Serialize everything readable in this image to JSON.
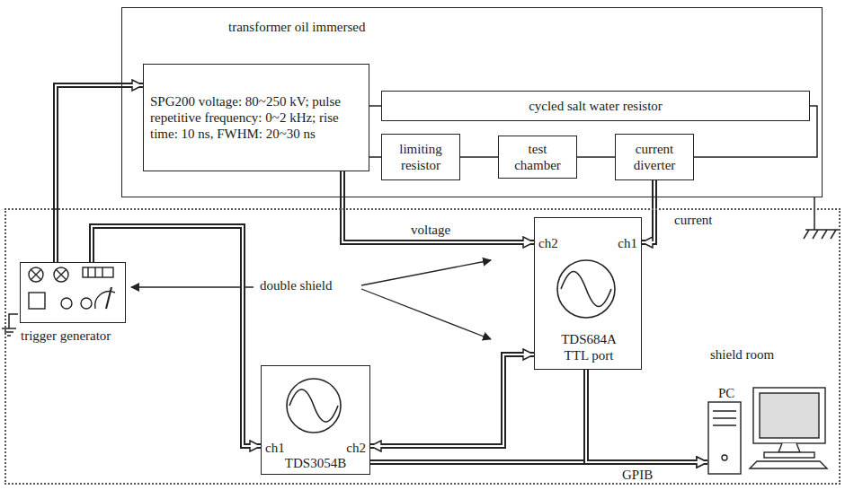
{
  "diagram": {
    "nodes": [
      {
        "text": [
          "transformer oil immersed"
        ]
      },
      {
        "text": [
          "SPG200 voltage: 80~250 kV; pulse repetitive frequency: 0~2 kHz; rise time: 10 ns, FWHM: 20~30 ns"
        ],
        "in": 0
      },
      {
        "text": [
          "cycled salt water resistor"
        ],
        "in": 0
      },
      {
        "text": [
          "limiting resistor"
        ],
        "in": 0
      },
      {
        "text": [
          "test chamber"
        ],
        "in": 0
      },
      {
        "text": [
          "current diverter"
        ],
        "in": 0
      },
      {
        "text": [
          "shield room"
        ]
      },
      {
        "text": [
          "trigger generator"
        ],
        "in": 6
      },
      {
        "text": [
          "ch2",
          "ch1",
          "TDS684A TTL port"
        ],
        "in": 6
      },
      {
        "text": [
          "ch1",
          "ch2",
          "TDS3054B"
        ],
        "in": 6
      },
      {
        "text": [
          "PC"
        ],
        "in": 6
      }
    ],
    "edges": [
      {
        "from": 1,
        "to": 3,
        "arrow": "none"
      },
      {
        "from": 3,
        "to": 4,
        "arrow": "none"
      },
      {
        "from": 4,
        "to": 5,
        "arrow": "none"
      },
      {
        "from": 1,
        "to": 2,
        "arrow": "none"
      },
      {
        "from": 2,
        "to": 5,
        "arrow": "none"
      },
      {
        "from": 1,
        "to": 8,
        "label": "voltage",
        "arrow": "to"
      },
      {
        "from": 5,
        "to": 8,
        "label": "current",
        "arrow": "to"
      },
      {
        "from": 7,
        "to": 1,
        "arrow": "to"
      },
      {
        "from": 7,
        "to": 9,
        "arrow": "to"
      },
      {
        "from": 9,
        "to": 8,
        "arrow": "both"
      },
      {
        "from": 9,
        "to": 10,
        "label": "GPIB",
        "arrow": "to"
      },
      {
        "from": 8,
        "to": 10,
        "arrow": "to"
      }
    ],
    "labels": [
      "double shield"
    ]
  }
}
